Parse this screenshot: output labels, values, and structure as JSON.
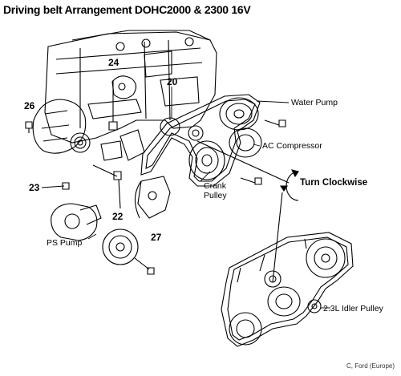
{
  "title": "Driving belt Arrangement DOHC2000 & 2300 16V",
  "labels": {
    "water_pump": "Water Pump",
    "ac_compressor": "AC Compressor",
    "crank_pulley_line1": "Crank",
    "crank_pulley_line2": "Pulley",
    "turn_clockwise": "Turn Clockwise",
    "ps_pump": "PS Pump",
    "idler_pulley": "2.3L Idler Pulley"
  },
  "callouts": {
    "n20": "20",
    "n22": "22",
    "n23": "23",
    "n24": "24",
    "n26": "26",
    "n27": "27"
  },
  "credit": "C, Ford (Europe)"
}
